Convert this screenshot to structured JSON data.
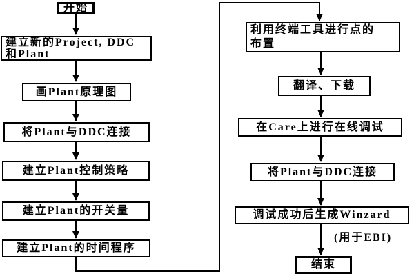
{
  "flowchart": {
    "left_column": [
      {
        "id": "start",
        "label": "开始"
      },
      {
        "id": "create-project",
        "label": "建立新的Project, DDC\n和Plant"
      },
      {
        "id": "draw-plant-diagram",
        "label": "画Plant原理图"
      },
      {
        "id": "connect-plant-ddc",
        "label": "将Plant与DDC连接"
      },
      {
        "id": "control-strategy",
        "label": "建立Plant控制策略"
      },
      {
        "id": "switch-quantity",
        "label": "建立Plant的开关量"
      },
      {
        "id": "time-program",
        "label": "建立Plant的时间程序"
      }
    ],
    "right_column": [
      {
        "id": "terminal-point-layout",
        "label": "利用终端工具进行点的\n布置"
      },
      {
        "id": "translate-download",
        "label": "翻译、下载"
      },
      {
        "id": "care-online-debug",
        "label": "在Care上进行在线调试"
      },
      {
        "id": "connect-plant-ddc-2",
        "label": "将Plant与DDC连接"
      },
      {
        "id": "generate-winzard",
        "label": "调试成功后生成Winzard"
      },
      {
        "id": "end",
        "label": "结束"
      }
    ],
    "annotation": "(用于EBI)"
  },
  "colors": {
    "background": "#ffffff",
    "box_fill": "#ffffff",
    "line": "#000000",
    "text": "#000000"
  }
}
